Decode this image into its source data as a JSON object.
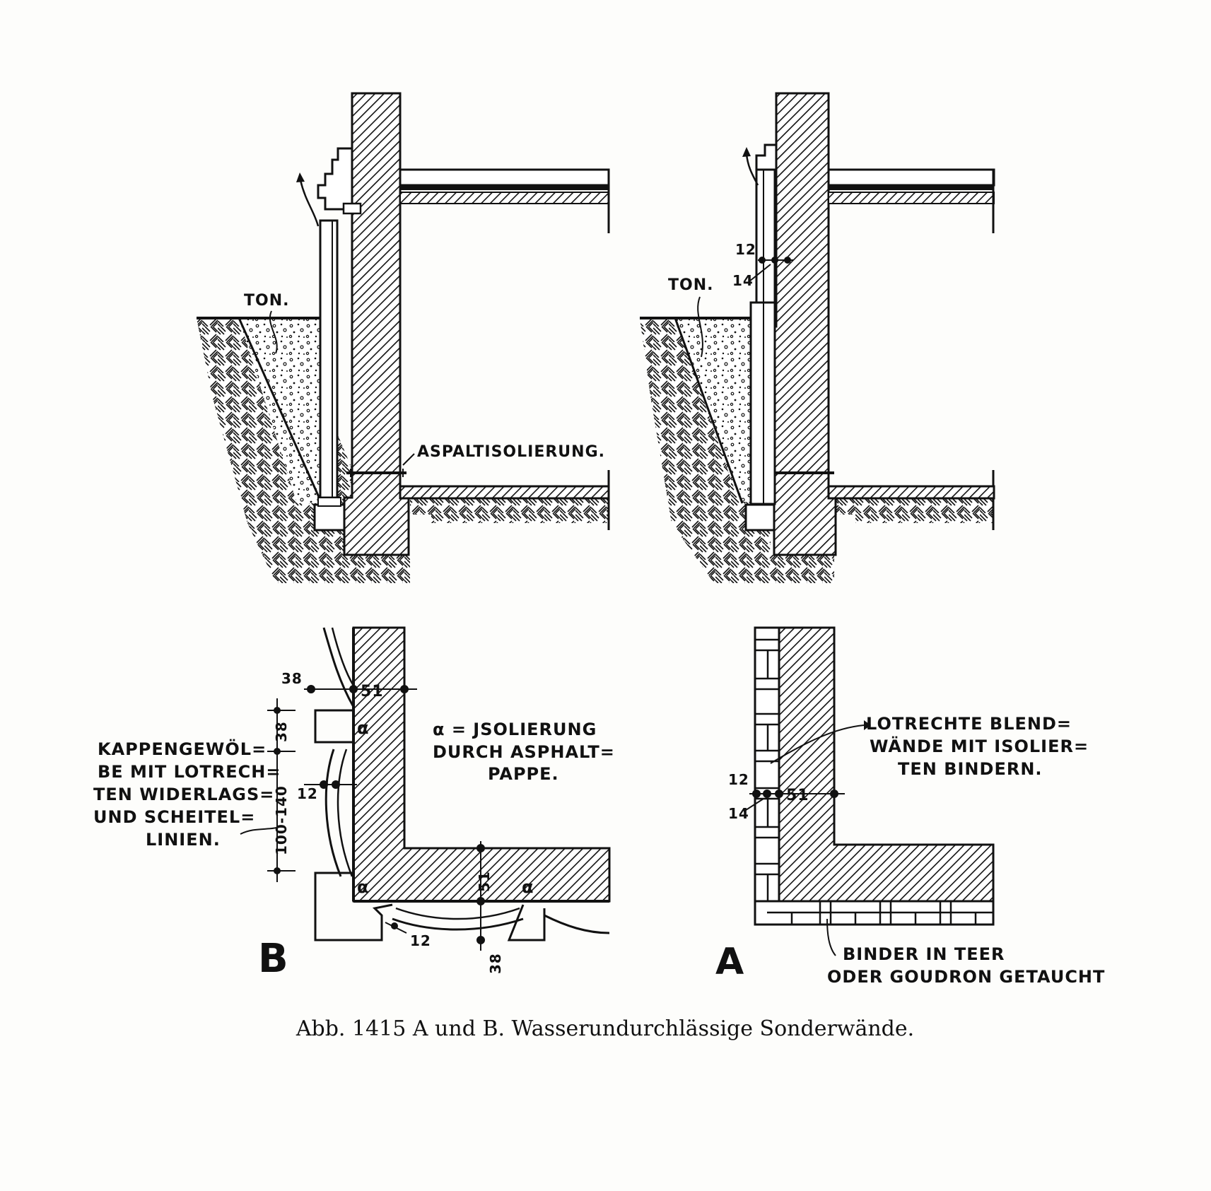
{
  "figure": {
    "caption": "Abb. 1415 A und B. Wasserundurchlässige Sonderwände.",
    "colors": {
      "ink": "#111111",
      "paper": "#fdfdfb"
    }
  },
  "top_left": {
    "ton_label": "TON.",
    "asphalt_label": "ASPALTISOLIERUNG."
  },
  "top_right": {
    "ton_label": "TON.",
    "dim_12": "12",
    "dim_14": "14"
  },
  "bottom_left": {
    "letter": "B",
    "legend_lines": [
      "α = JSOLIERUNG",
      "DURCH ASPHALT=",
      "PAPPE."
    ],
    "vault_lines": [
      "KAPPENGEWÖL=",
      "BE MIT LOTRECH=",
      "TEN WIDERLAGS=",
      "UND SCHEITEL=",
      "LINIEN."
    ],
    "dim_38_top": "38",
    "dim_51_top": "51",
    "dim_38_side": "38",
    "dim_100_140": "100-140",
    "dim_12_side": "12",
    "dim_51_bottom": "51",
    "dim_12_bottom": "12",
    "dim_38_bottom": "38",
    "alpha": "α"
  },
  "bottom_right": {
    "letter": "A",
    "blend_lines": [
      "LOTRECHTE BLEND=",
      "WÄNDE MIT ISOLIER=",
      "TEN BINDERN."
    ],
    "binder_lines": [
      "BINDER IN TEER",
      "ODER GOUDRON GETAUCHT"
    ],
    "dim_12": "12",
    "dim_14": "14",
    "dim_51": "51"
  }
}
